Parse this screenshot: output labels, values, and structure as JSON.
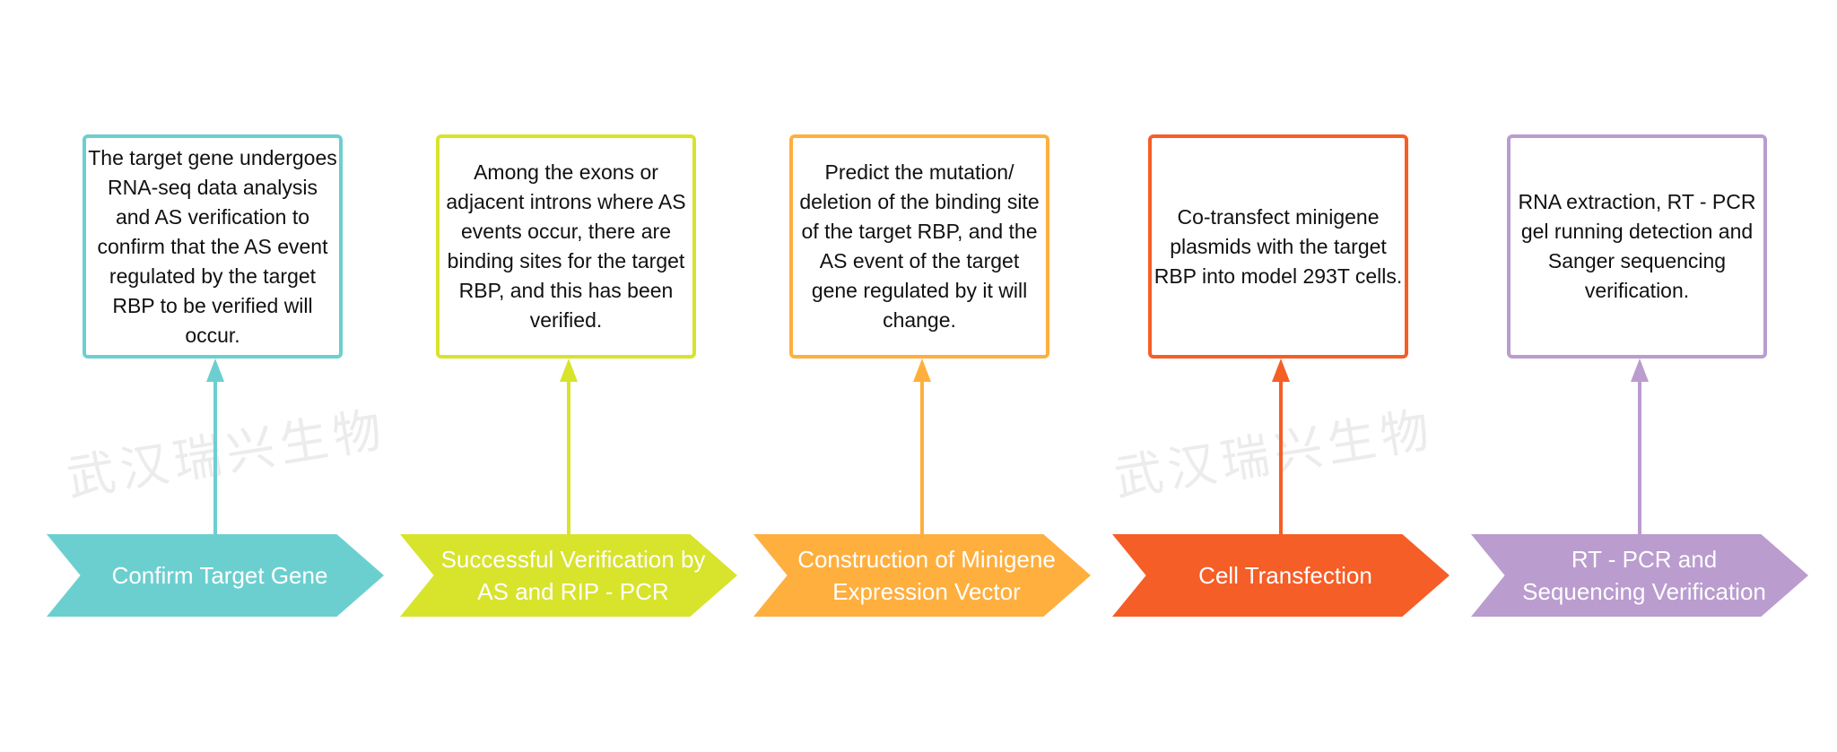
{
  "watermark": "武汉瑞兴生物",
  "steps": [
    {
      "title": "Confirm Target Gene",
      "description": "The target gene undergoes RNA-seq data analysis and AS verification to confirm that the AS event regulated by the target RBP to be verified will occur.",
      "color": "#6CCFCF"
    },
    {
      "title": "Successful Verification by AS and RIP - PCR",
      "description": "Among the exons or adjacent introns where AS events occur, there are binding sites for the target RBP, and this has been verified.",
      "color": "#D8E32C"
    },
    {
      "title": "Construction of Minigene Expression Vector",
      "description": "Predict the mutation/ deletion of the binding site of the target RBP, and the AS event of the target gene regulated by it will change.",
      "color": "#FFAF3E"
    },
    {
      "title": "Cell Transfection",
      "description": "Co-transfect minigene plasmids with the target RBP into model 293T cells.",
      "color": "#F55E26"
    },
    {
      "title": "RT - PCR and Sequencing Verification",
      "description": "RNA extraction, RT - PCR gel running detection and Sanger sequencing verification.",
      "color": "#BA9CCF"
    }
  ]
}
